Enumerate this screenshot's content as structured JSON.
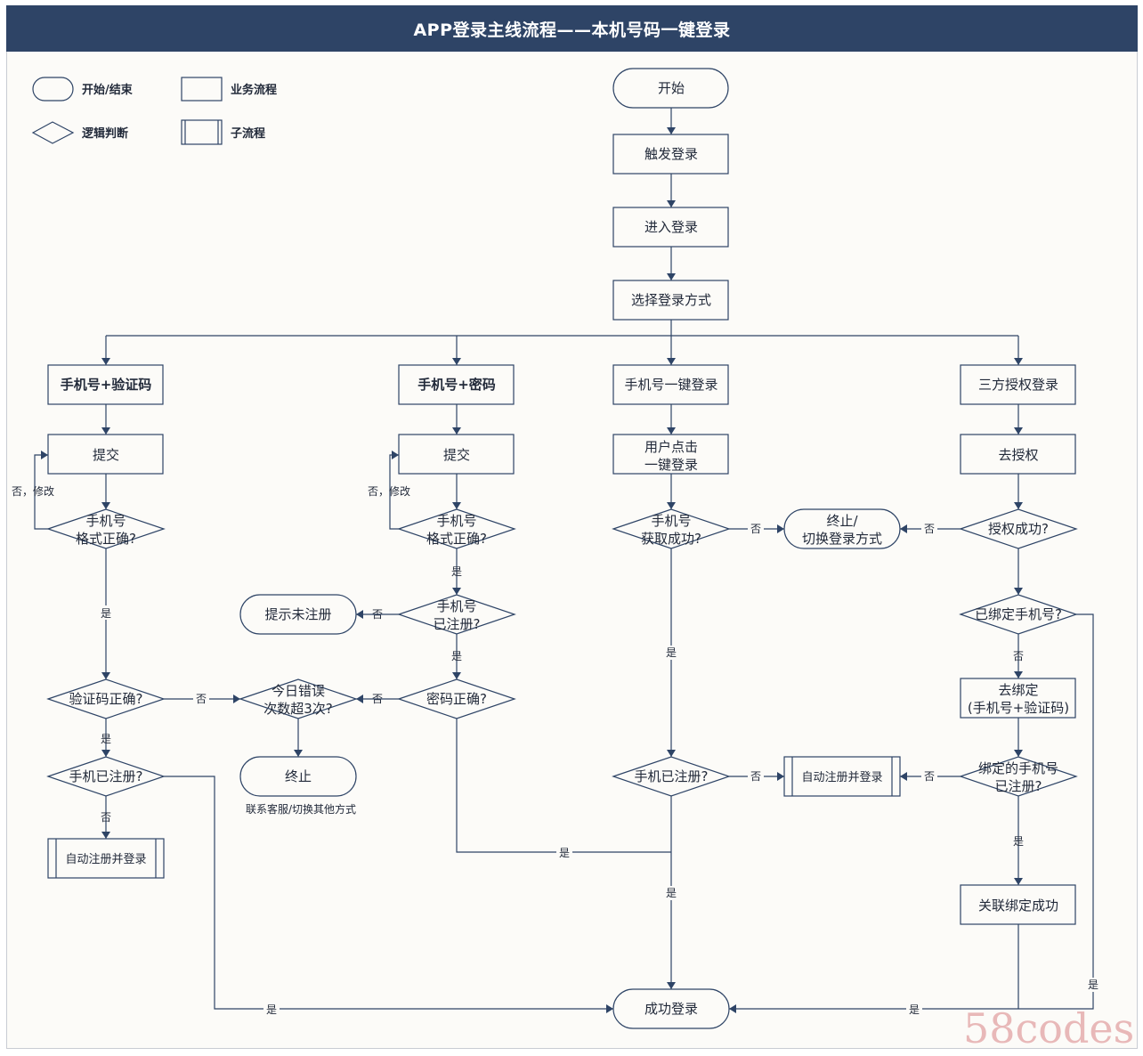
{
  "title": "APP登录主线流程——本机号码一键登录",
  "legend": {
    "start_end": "开始/结束",
    "process": "业务流程",
    "decision": "逻辑判断",
    "subprocess": "子流程"
  },
  "nodes": {
    "start": "开始",
    "trigger": "触发登录",
    "enter": "进入登录",
    "choose": "选择登录方式",
    "sms": "手机号+验证码",
    "pwd": "手机号+密码",
    "onekey": "手机号一键登录",
    "third": "三方授权登录",
    "sms_submit": "提交",
    "pwd_submit": "提交",
    "onekey_click": [
      "用户点击",
      "一键登录"
    ],
    "auth": "去授权",
    "sms_fmt": [
      "手机号",
      "格式正确?"
    ],
    "pwd_fmt": [
      "手机号",
      "格式正确?"
    ],
    "got_phone": [
      "手机号",
      "获取成功?"
    ],
    "auth_ok": "授权成功?",
    "terminate_switch": [
      "终止/",
      "切换登录方式"
    ],
    "hint_unreg": "提示未注册",
    "pwd_reg": [
      "手机号",
      "已注册?"
    ],
    "bound": "已绑定手机号?",
    "code_ok": "验证码正确?",
    "err3": [
      "今日错误",
      "次数超3次?"
    ],
    "pwd_ok": "密码正确?",
    "bind": [
      "去绑定",
      "(手机号+验证码)"
    ],
    "sms_reg": "手机已注册?",
    "stop": "终止",
    "stop_note": "联系客服/切换其他方式",
    "onekey_reg": "手机已注册?",
    "auto_mid": "自动注册并登录",
    "bound_reg": [
      "绑定的手机号",
      "已注册?"
    ],
    "auto_left": "自动注册并登录",
    "link_ok": "关联绑定成功",
    "success": "成功登录"
  },
  "labels": {
    "no_modify": "否，修改",
    "yes": "是",
    "no": "否"
  },
  "watermark": "58codes"
}
